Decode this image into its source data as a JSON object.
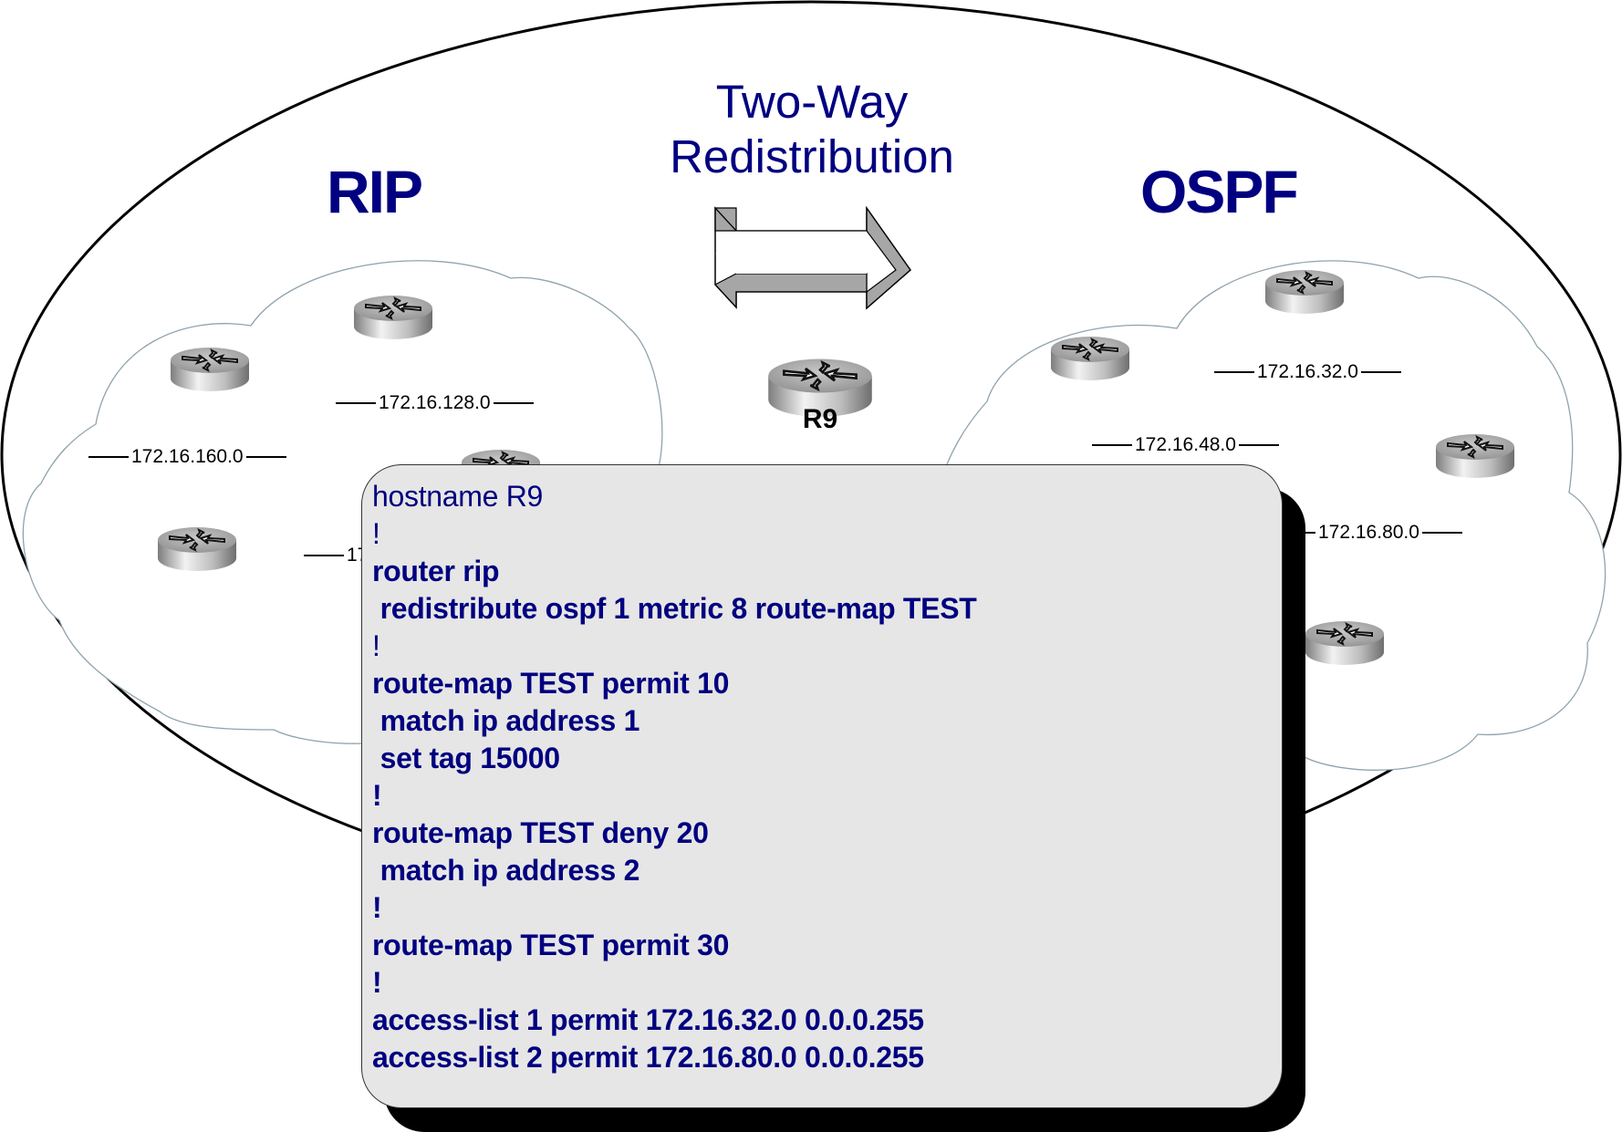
{
  "diagram": {
    "title_line1": "Two-Way",
    "title_line2": "Redistribution",
    "colors": {
      "text_primary": "#000080",
      "code_background": "#e6e6e6",
      "shadow": "#000000",
      "cloud_outline": "#8fa3ad",
      "arrow_shade": "#a6a6a6"
    }
  },
  "domains": {
    "rip": {
      "label": "RIP",
      "networks": [
        "172.16.128.0",
        "172.16.160.0",
        "17"
      ],
      "router_count": 4
    },
    "ospf": {
      "label": "OSPF",
      "networks": [
        "172.16.32.0",
        "172.16.48.0",
        "172.16.80.0"
      ],
      "router_count": 5
    }
  },
  "boundary_router": {
    "label": "R9",
    "icon": "router-icon"
  },
  "redistribution_arrow": {
    "icon": "double-arrow-icon"
  },
  "config": {
    "lines": [
      {
        "text": "hostname R9",
        "bold": false
      },
      {
        "text": "!",
        "bold": false
      },
      {
        "text": "router rip",
        "bold": true
      },
      {
        "text": " redistribute ospf 1 metric 8 route-map TEST",
        "bold": true
      },
      {
        "text": "!",
        "bold": false
      },
      {
        "text": "route-map TEST permit 10",
        "bold": true
      },
      {
        "text": " match ip address 1",
        "bold": true
      },
      {
        "text": " set tag 15000",
        "bold": true
      },
      {
        "text": "!",
        "bold": true
      },
      {
        "text": "route-map TEST deny 20",
        "bold": true
      },
      {
        "text": " match ip address 2",
        "bold": true
      },
      {
        "text": "!",
        "bold": true
      },
      {
        "text": "route-map TEST permit 30",
        "bold": true
      },
      {
        "text": "!",
        "bold": true
      },
      {
        "text": "access-list 1 permit 172.16.32.0 0.0.0.255",
        "bold": true
      },
      {
        "text": "access-list 2 permit 172.16.80.0 0.0.0.255",
        "bold": true
      }
    ]
  }
}
